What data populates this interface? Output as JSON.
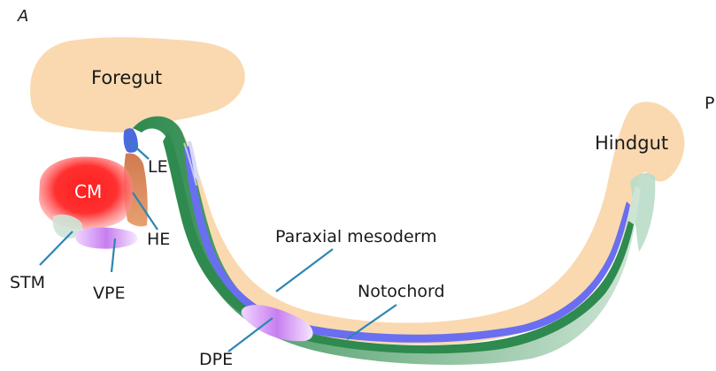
{
  "panel_label": "A",
  "cut_label": "P",
  "labels": {
    "foregut": "Foregut",
    "hindgut": "Hindgut",
    "cm": "CM",
    "le": "LE",
    "he": "HE",
    "stm": "STM",
    "vpe": "VPE",
    "dpe": "DPE",
    "paraxial": "Paraxial mesoderm",
    "notochord": "Notochord"
  },
  "colors": {
    "endoderm": "#fad9b0",
    "mesoderm_green": "#2e8a4e",
    "mesoderm_light_green": "#a9d3b9",
    "notochord_blue": "#6a6ef0",
    "cardiac_mesoderm": "#ff1f1f",
    "proepicardium": "#c77ef0",
    "leader_line": "#2b86b4"
  }
}
